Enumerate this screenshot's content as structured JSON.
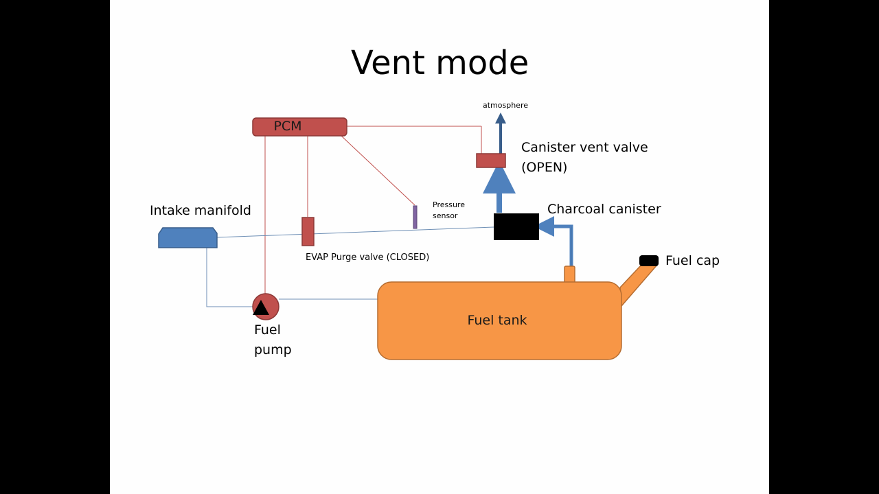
{
  "slide": {
    "title": "Vent mode",
    "colors": {
      "pcm_fill": "#c0504d",
      "pcm_stroke": "#8c3836",
      "blue_fill": "#4f81bd",
      "blue_stroke": "#385d8a",
      "orange_fill": "#f79646",
      "orange_stroke": "#b66d31",
      "sensor_fill": "#8064a2",
      "wire_red": "#c0504d",
      "line_blue": "#4f81bd",
      "canister": "#000000",
      "fuel_cap": "#000000"
    }
  },
  "components": {
    "pcm": "PCM",
    "intake_manifold": "Intake manifold",
    "evap_purge_valve": "EVAP Purge valve (CLOSED)",
    "pressure_sensor_line1": "Pressure",
    "pressure_sensor_line2": "sensor",
    "canister_vent_valve_line1": "Canister vent valve",
    "canister_vent_valve_line2": "(OPEN)",
    "charcoal_canister": "Charcoal canister",
    "atmosphere": "atmosphere",
    "fuel_cap": "Fuel cap",
    "fuel_tank": "Fuel tank",
    "fuel_pump_line1": "Fuel",
    "fuel_pump_line2": "pump"
  },
  "state": {
    "mode": "Vent",
    "evap_purge_valve": "CLOSED",
    "canister_vent_valve": "OPEN"
  }
}
